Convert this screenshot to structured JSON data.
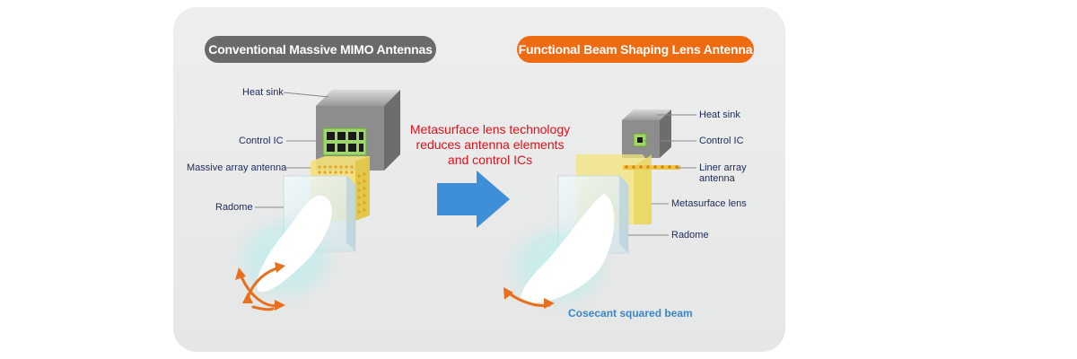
{
  "left": {
    "title": "Conventional Massive MIMO Antennas",
    "labels": {
      "heat_sink": "Heat sink",
      "control_ic": "Control IC",
      "massive_array": "Massive array antenna",
      "radome": "Radome"
    }
  },
  "center": {
    "text_line1": "Metasurface lens technology",
    "text_line2": "reduces antenna elements",
    "text_line3": "and control ICs"
  },
  "right": {
    "title": "Functional Beam Shaping Lens Antenna",
    "labels": {
      "heat_sink": "Heat sink",
      "control_ic": "Control IC",
      "liner_array_1": "Liner array",
      "liner_array_2": "antenna",
      "metasurface_lens": "Metasurface lens",
      "radome": "Radome"
    },
    "beam_caption": "Cosecant squared beam"
  },
  "colors": {
    "gray_pill": "#6a6a6a",
    "orange_pill": "#ef6b12",
    "red_text": "#e0101b",
    "blue_caption": "#3c86c8",
    "arrow_blue": "#3f8fd8",
    "label_navy": "#1b2a5a"
  }
}
